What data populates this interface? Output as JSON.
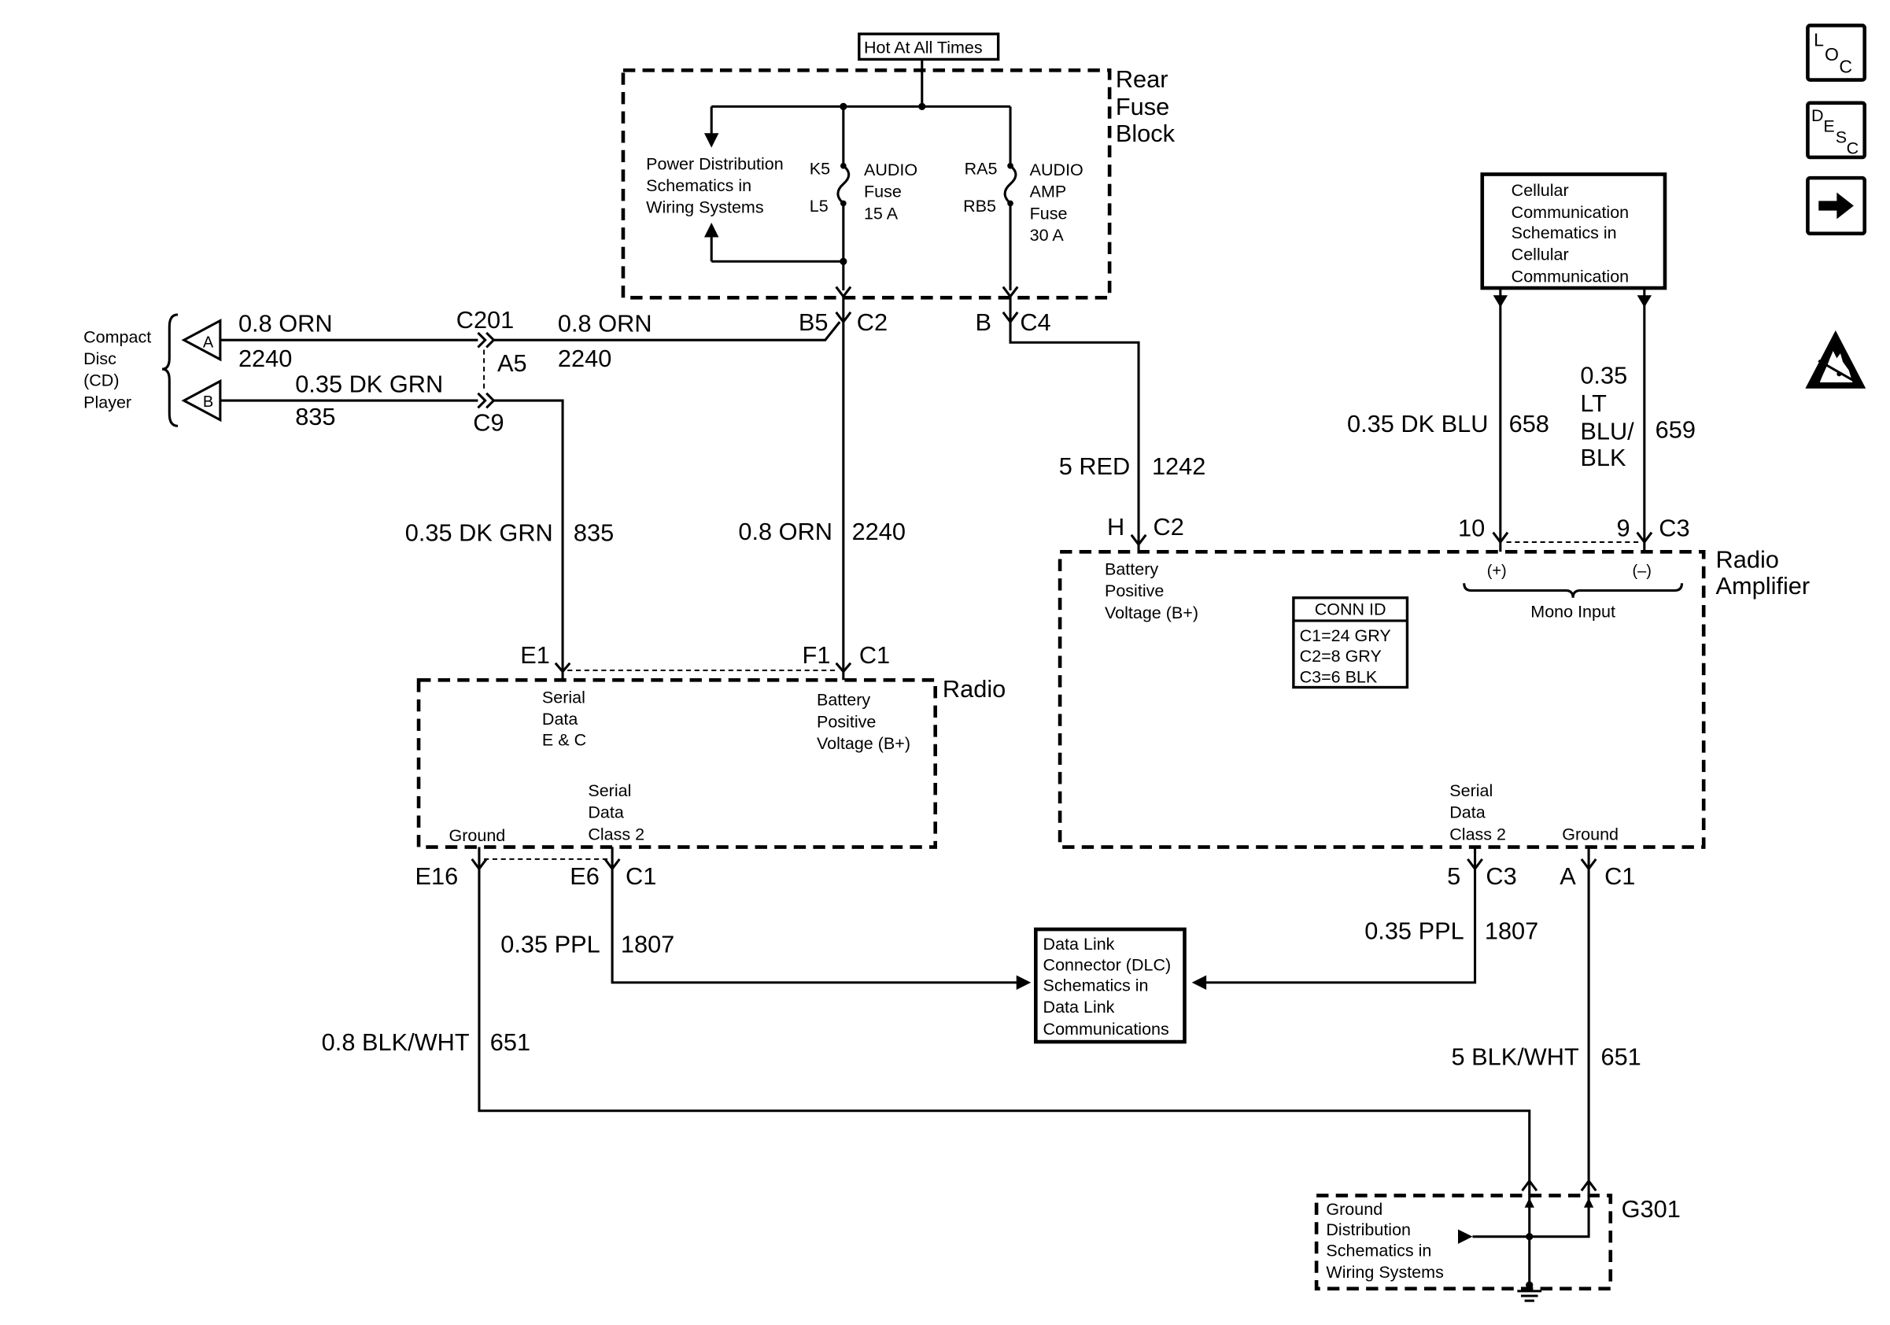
{
  "fuse_block": {
    "hot_label": "Hot At All Times",
    "title": [
      "Rear",
      "Fuse",
      "Block"
    ],
    "power_ref": [
      "Power Distribution",
      "Schematics in",
      "Wiring Systems"
    ],
    "audio_fuse": {
      "pin_in": "K5",
      "pin_out": "L5",
      "label": [
        "AUDIO",
        "Fuse",
        "15 A"
      ]
    },
    "amp_fuse": {
      "pin_in": "RA5",
      "pin_out": "RB5",
      "label": [
        "AUDIO",
        "AMP",
        "Fuse",
        "30 A"
      ]
    },
    "c2": {
      "pin": "B5",
      "connector": "C2"
    },
    "c4": {
      "pin": "B",
      "connector": "C4"
    }
  },
  "cd_player": {
    "label": [
      "Compact",
      "Disc",
      "(CD)",
      "Player"
    ],
    "pin_a": "A",
    "pin_b": "B"
  },
  "c201": {
    "connector": "C201",
    "pin_orn": "A5",
    "pin_grn": "C9"
  },
  "wires": {
    "cd_orn": {
      "spec": "0.8 ORN",
      "circuit": "2240"
    },
    "cd_grn": {
      "spec": "0.35 DK GRN",
      "circuit": "835"
    },
    "fuse_orn": {
      "spec": "0.8 ORN",
      "circuit": "2240"
    },
    "radio_grn": {
      "spec": "0.35 DK GRN",
      "circuit": "835"
    },
    "radio_orn": {
      "spec": "0.8 ORN",
      "circuit": "2240"
    },
    "amp_red": {
      "spec": "5 RED",
      "circuit": "1242"
    },
    "cell_blu": {
      "spec": "0.35 DK BLU",
      "circuit": "658"
    },
    "cell_ltblu": {
      "spec": [
        "0.35",
        "LT",
        "BLU/",
        "BLK"
      ],
      "circuit": "659"
    },
    "radio_ppl": {
      "spec": "0.35 PPL",
      "circuit": "1807"
    },
    "amp_ppl": {
      "spec": "0.35 PPL",
      "circuit": "1807"
    },
    "radio_gnd": {
      "spec": "0.8 BLK/WHT",
      "circuit": "651"
    },
    "amp_gnd": {
      "spec": "5 BLK/WHT",
      "circuit": "651"
    }
  },
  "radio": {
    "title": "Radio",
    "top_conn": {
      "pin_serial": "E1",
      "pin_batt": "F1",
      "connector": "C1"
    },
    "serial_ec": [
      "Serial",
      "Data",
      "E & C"
    ],
    "battery": [
      "Battery",
      "Positive",
      "Voltage (B+)"
    ],
    "serial_c2": [
      "Serial",
      "Data",
      "Class 2"
    ],
    "ground": "Ground",
    "bottom_conn": {
      "pin_ground": "E16",
      "pin_serial": "E6",
      "connector": "C1"
    }
  },
  "amplifier": {
    "title": [
      "Radio",
      "Amplifier"
    ],
    "batt_conn": {
      "pin": "H",
      "connector": "C2"
    },
    "battery": [
      "Battery",
      "Positive",
      "Voltage (B+)"
    ],
    "input_conn": {
      "pin_pos": "10",
      "pin_neg": "9",
      "connector": "C3"
    },
    "pos": "(+)",
    "neg": "(–)",
    "mono": "Mono Input",
    "conn_id": {
      "title": "CONN ID",
      "rows": [
        "C1=24 GRY",
        "C2=8 GRY",
        "C3=6 BLK"
      ]
    },
    "serial_c2": [
      "Serial",
      "Data",
      "Class 2"
    ],
    "ground": "Ground",
    "serial_conn": {
      "pin": "5",
      "connector": "C3"
    },
    "ground_conn": {
      "pin": "A",
      "connector": "C1"
    }
  },
  "cellular": {
    "label": [
      "Cellular",
      "Communication",
      "Schematics in",
      "Cellular",
      "Communication"
    ]
  },
  "dlc": {
    "label": [
      "Data Link",
      "Connector (DLC)",
      "Schematics in",
      "Data Link",
      "Communications"
    ]
  },
  "ground_dist": {
    "name": "G301",
    "label": [
      "Ground",
      "Distribution",
      "Schematics in",
      "Wiring Systems"
    ]
  },
  "nav": {
    "loc": [
      "L",
      "O",
      "C"
    ],
    "desc": [
      "D",
      "E",
      "S",
      "C"
    ],
    "next_icon": "right-arrow-icon",
    "esd_icon": "esd-warning-icon"
  }
}
